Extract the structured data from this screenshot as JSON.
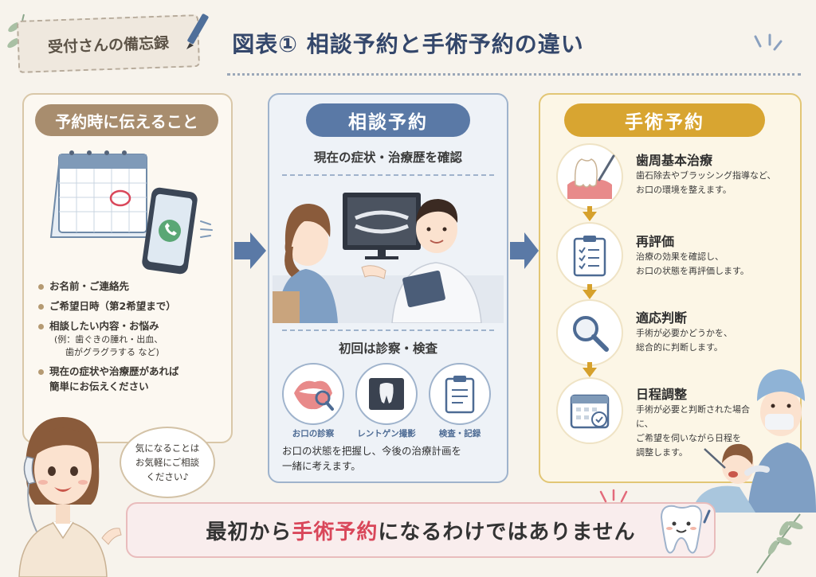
{
  "header": {
    "tag_text": "受付さんの備忘録",
    "title": "図表①  相談予約と手術予約の違い"
  },
  "left_panel": {
    "title": "予約時に伝えること",
    "items": [
      {
        "text": "お名前・ご連絡先"
      },
      {
        "text": "ご希望日時（第2希望まで）"
      },
      {
        "text": "相談したい内容・お悩み",
        "sub1": "(例：歯ぐきの腫れ・出血、",
        "sub2": "歯がグラグラする  など)"
      },
      {
        "text1": "現在の症状や治療歴があれば",
        "text2": "簡単にお伝えください"
      }
    ],
    "bubble": {
      "line1": "気になることは",
      "line2": "お気軽にご相談",
      "line3": "ください♪"
    }
  },
  "middle_panel": {
    "title": "相談予約",
    "subtitle": "現在の症状・治療歴を確認",
    "second_heading": "初回は診察・検査",
    "circles": [
      {
        "label": "お口の診察"
      },
      {
        "label": "レントゲン撮影"
      },
      {
        "label": "検査・記録"
      }
    ],
    "description_line1": "お口の状態を把握し、今後の治療計画を",
    "description_line2": "一緒に考えます。"
  },
  "right_panel": {
    "title": "手術予約",
    "steps": [
      {
        "title": "歯周基本治療",
        "desc1": "歯石除去やブラッシング指導など、",
        "desc2": "お口の環境を整えます。"
      },
      {
        "title": "再評価",
        "desc1": "治療の効果を確認し、",
        "desc2": "お口の状態を再評価します。"
      },
      {
        "title": "適応判断",
        "desc1": "手術が必要かどうかを、",
        "desc2": "総合的に判断します。"
      },
      {
        "title": "日程調整",
        "desc1": "手術が必要と判断された場合に、",
        "desc2": "ご希望を伺いながら日程を",
        "desc3": "調整します。"
      }
    ]
  },
  "banner": {
    "prefix": "最初から",
    "accent": "手術予約",
    "suffix": "になるわけではありません"
  },
  "colors": {
    "brown": "#a88d6e",
    "blue": "#5a79a6",
    "gold": "#d8a531",
    "accent_red": "#d9475a"
  }
}
